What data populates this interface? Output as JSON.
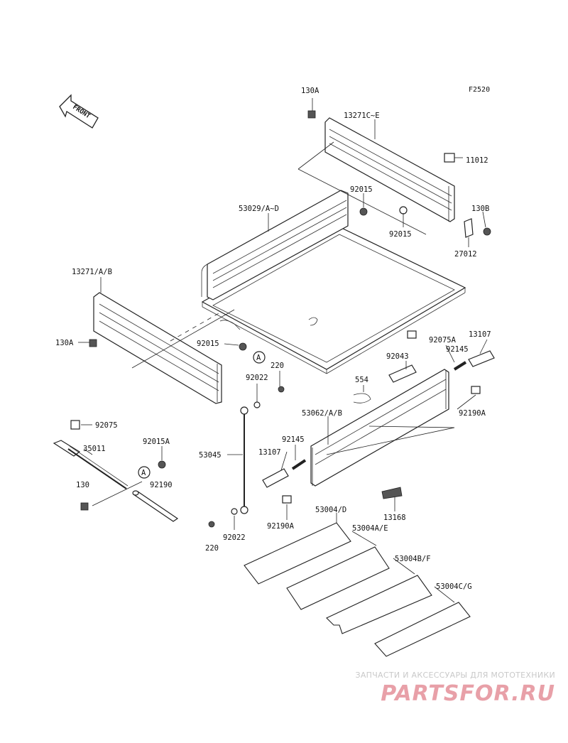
{
  "figure_id": "F2520",
  "front_label": "FRONT",
  "callouts": [
    "130A",
    "13271C~E",
    "11012",
    "92015",
    "130B",
    "27012",
    "53029/A~D",
    "13271/A/B",
    "92015",
    "92015",
    "130A",
    "A",
    "220",
    "92022",
    "92043",
    "92075A",
    "13107",
    "92145",
    "554",
    "53062/A/B",
    "92190A",
    "92075",
    "35011",
    "92015A",
    "53045",
    "A",
    "130",
    "92190",
    "92145",
    "13107",
    "13168",
    "92190A",
    "53004/D",
    "53004A/E",
    "53004B/F",
    "53004C/G",
    "220",
    "92022"
  ],
  "watermark": {
    "tagline": "ЗАПЧАСТИ И АКСЕССУАРЫ ДЛЯ МОТОТЕХНИКИ",
    "brand": "PARTSFOR.RU"
  }
}
